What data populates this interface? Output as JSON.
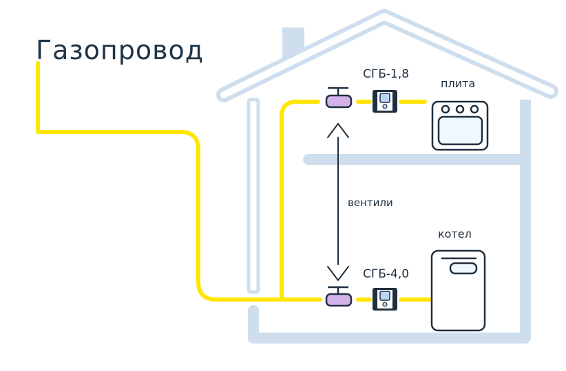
{
  "title": "Газопровод",
  "labels": {
    "meter_top": "СГБ-1,8",
    "meter_bottom": "СГБ-4,0",
    "stove": "плита",
    "boiler": "котел",
    "valves": "вентили"
  },
  "colors": {
    "pipe": "#ffe500",
    "house": "#cfdeed",
    "outline": "#1e2f3e",
    "valve_fill": "#d3b2ea",
    "meter_window": "#b8d6f4",
    "appliance_fill": "#eef8fd"
  }
}
